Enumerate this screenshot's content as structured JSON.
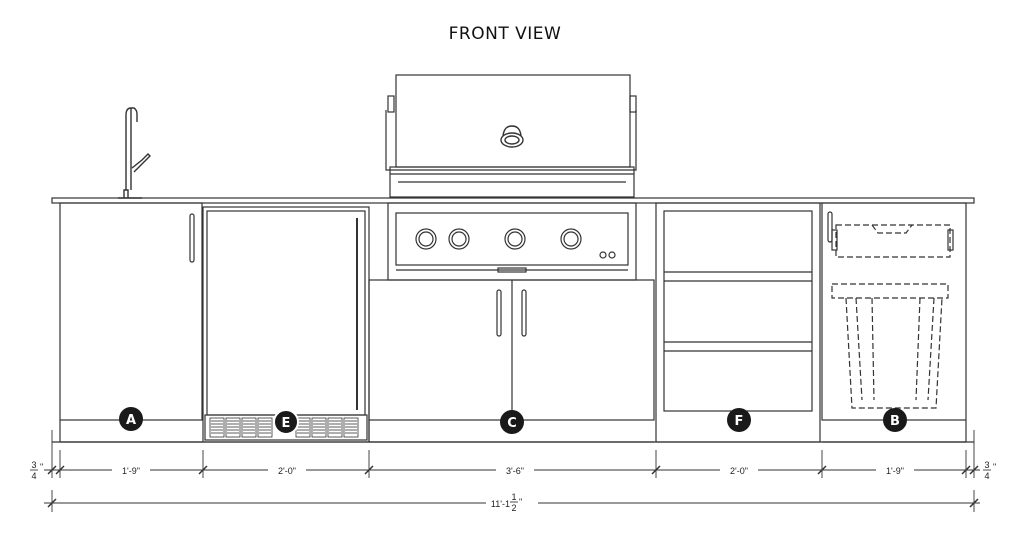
{
  "title": "FRONT VIEW",
  "modules": [
    {
      "id": "A",
      "label": "A",
      "width": "1'-9\""
    },
    {
      "id": "E",
      "label": "E",
      "width": "2'-0\""
    },
    {
      "id": "C",
      "label": "C",
      "width": "3'-6\""
    },
    {
      "id": "F",
      "label": "F",
      "width": "2'-0\""
    },
    {
      "id": "B",
      "label": "B",
      "width": "1'-9\""
    }
  ],
  "end_panel": {
    "num": "3",
    "den": "4",
    "suffix": "\""
  },
  "overall": {
    "main": "11'-1",
    "num": "1",
    "den": "2",
    "suffix": "\""
  },
  "colors": {
    "line": "#333333",
    "marker_fill": "#1a1a1a",
    "marker_text": "#ffffff"
  }
}
